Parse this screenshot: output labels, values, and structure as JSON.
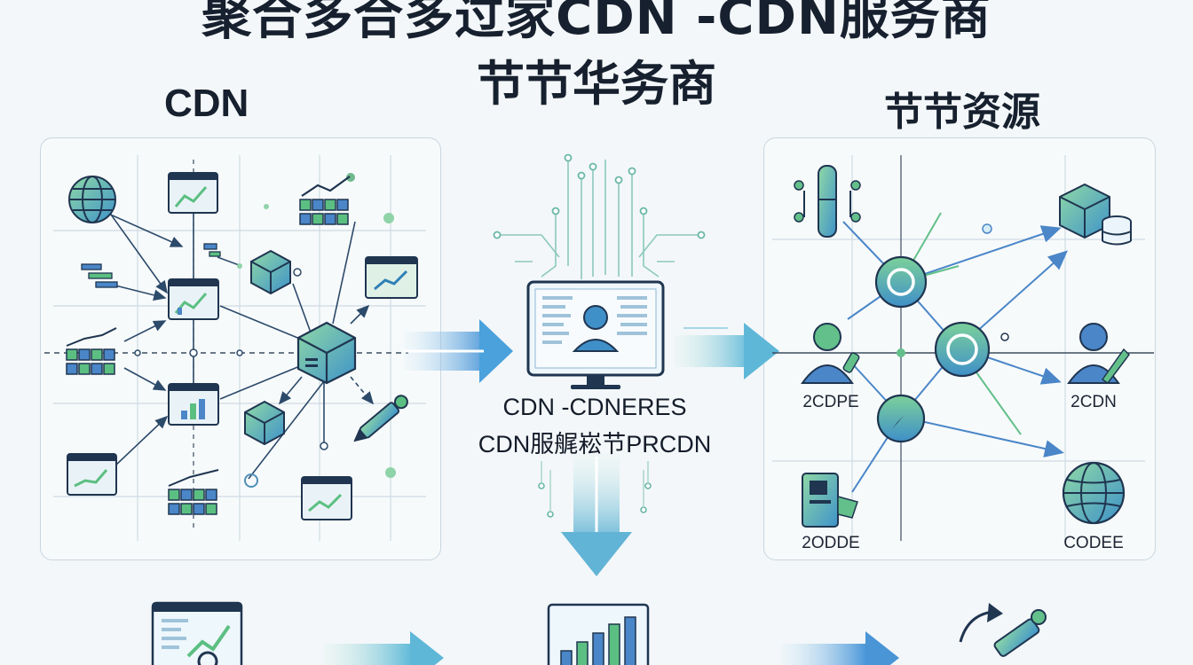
{
  "header": {
    "title": "聚合多合多过家CDN -CDN服务商",
    "subtitle": "节节华务商"
  },
  "left_panel": {
    "heading": "CDN"
  },
  "center": {
    "label_line1": "CDN -CDNERES",
    "label_line2": "CDN服艉崧节PRCDN"
  },
  "right_panel": {
    "heading": "节节资源",
    "nodes": [
      {
        "label": "2CDPE",
        "icon": "user-icon"
      },
      {
        "label": "2CDN",
        "icon": "user-edit-icon"
      },
      {
        "label": "2ODDE",
        "icon": "device-icon"
      },
      {
        "label": "CODEE",
        "icon": "globe-icon"
      }
    ]
  },
  "colors": {
    "blue": "#4a86c8",
    "green": "#63c08a",
    "teal": "#3fa7a8",
    "dark": "#1f3550",
    "arrow_start": "#bfe0f3",
    "arrow_end": "#3d8fd6"
  }
}
